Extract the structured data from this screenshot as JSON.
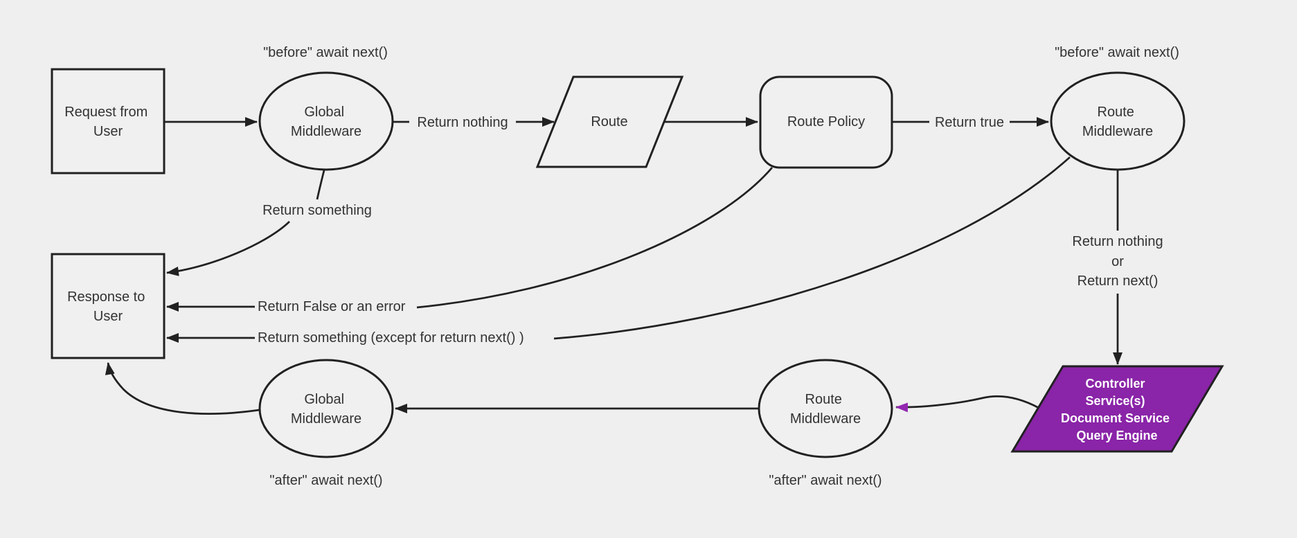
{
  "colors": {
    "background": "#efefef",
    "node_fill": "#f0f0f0",
    "stroke": "#212121",
    "text": "#333333",
    "controller_fill": "#8a24a8",
    "controller_text": "#ffffff",
    "purple_arrow": "#9327b0"
  },
  "nodes": {
    "request_from_user": {
      "shape": "rect",
      "lines": [
        "Request from",
        "User"
      ]
    },
    "global_middleware_top": {
      "shape": "ellipse",
      "lines": [
        "Global",
        "Middleware"
      ]
    },
    "route": {
      "shape": "parallelogram",
      "lines": [
        "Route"
      ]
    },
    "route_policy": {
      "shape": "rounded-rect",
      "lines": [
        "Route Policy"
      ]
    },
    "route_middleware_top": {
      "shape": "ellipse",
      "lines": [
        "Route",
        "Middleware"
      ]
    },
    "response_to_user": {
      "shape": "rect",
      "lines": [
        "Response to",
        "User"
      ]
    },
    "global_middleware_bottom": {
      "shape": "ellipse",
      "lines": [
        "Global",
        "Middleware"
      ]
    },
    "route_middleware_bottom": {
      "shape": "ellipse",
      "lines": [
        "Route",
        "Middleware"
      ]
    },
    "controller_block": {
      "shape": "parallelogram",
      "lines": [
        "Controller",
        "Service(s)",
        "Document Service",
        "Query Engine"
      ]
    }
  },
  "annotations": {
    "before_left": "\"before\" await next()",
    "before_right": "\"before\" await next()",
    "after_left": "\"after\" await next()",
    "after_right": "\"after\" await next()"
  },
  "edge_labels": {
    "return_nothing": "Return nothing",
    "return_true": "Return true",
    "return_something": "Return something",
    "return_false_or_error": "Return False or an error",
    "return_something_except": "Return something (except for return next() )",
    "return_nothing_or_line1": "Return nothing",
    "return_nothing_or_line2": "or",
    "return_nothing_or_line3": "Return next()"
  }
}
